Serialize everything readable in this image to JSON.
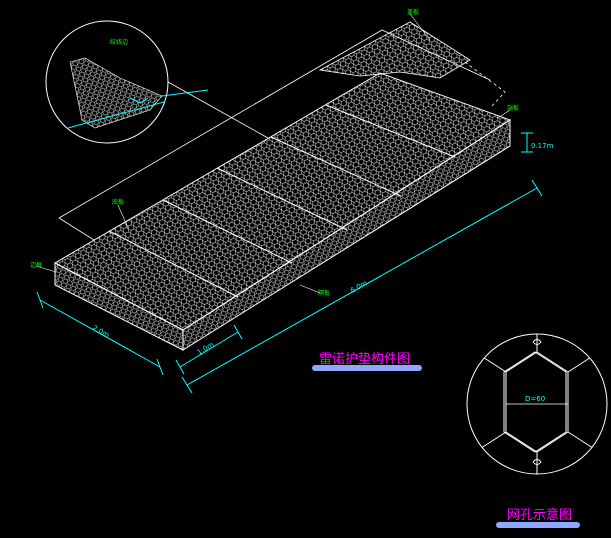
{
  "labels": {
    "lid_tag": "盖板",
    "side_tag": "端板",
    "bottom_tag": "底板",
    "partition_tag": "隔板",
    "edge_tag": "边框",
    "detail_tag": "绞线边",
    "height_dim": "0.17m",
    "width_dim": "2.0m",
    "cell_dim": "1.0m",
    "length_dim": "6.0m",
    "mesh_dim": "D=60"
  },
  "captions": {
    "main": "雷诺护垫构件图",
    "mesh": "网孔示意图"
  },
  "colors": {
    "background": "#000000",
    "mesh": "#ffffff",
    "dimension": "#00ffff",
    "label": "#00ff00",
    "caption": "#ff00ff",
    "underline": "#8fa8ff"
  }
}
